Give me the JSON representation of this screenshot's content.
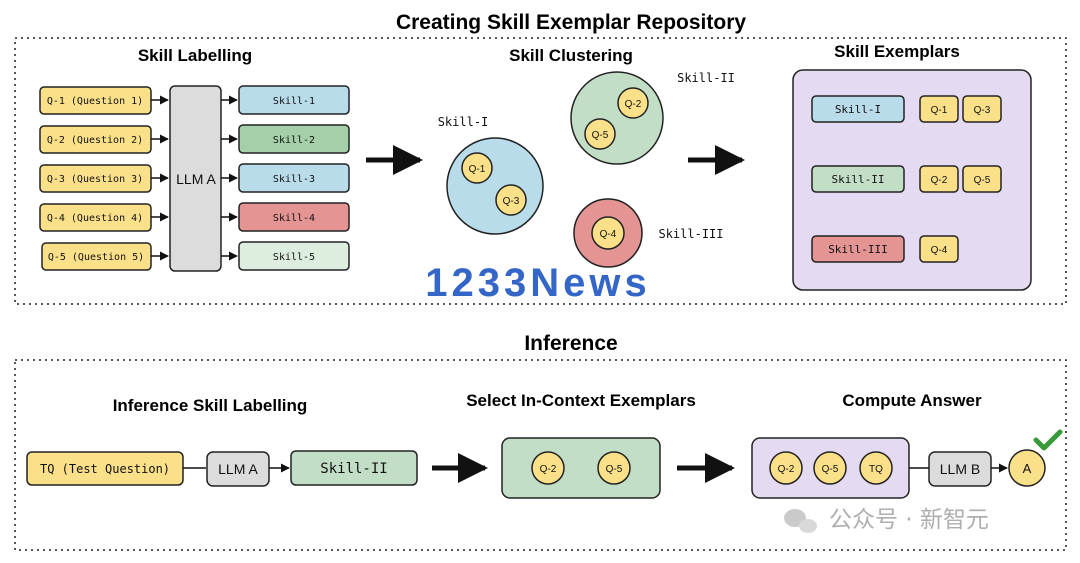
{
  "top": {
    "title": "Creating Skill Exemplar Repository",
    "labelling": {
      "heading": "Skill Labelling",
      "questions": [
        "Q-1 (Question 1)",
        "Q-2 (Question 2)",
        "Q-3 (Question 3)",
        "Q-4 (Question 4)",
        "Q-5 (Question 5)"
      ],
      "llm": "LLM A",
      "skills": [
        "Skill-1",
        "Skill-2",
        "Skill-3",
        "Skill-4",
        "Skill-5"
      ]
    },
    "clustering": {
      "heading": "Skill Clustering",
      "clusters": [
        {
          "label": "Skill-I",
          "members": [
            "Q-1",
            "Q-3"
          ]
        },
        {
          "label": "Skill-II",
          "members": [
            "Q-2",
            "Q-5"
          ]
        },
        {
          "label": "Skill-III",
          "members": [
            "Q-4"
          ]
        }
      ]
    },
    "exemplars": {
      "heading": "Skill Exemplars",
      "rows": [
        {
          "skill": "Skill-I",
          "questions": [
            "Q-1",
            "Q-3"
          ]
        },
        {
          "skill": "Skill-II",
          "questions": [
            "Q-2",
            "Q-5"
          ]
        },
        {
          "skill": "Skill-III",
          "questions": [
            "Q-4"
          ]
        }
      ]
    }
  },
  "watermark": "1233News",
  "bottom": {
    "title": "Inference",
    "labelling": {
      "heading": "Inference Skill Labelling",
      "test_question": "TQ (Test Question)",
      "llm": "LLM A",
      "skill": "Skill-II"
    },
    "select": {
      "heading": "Select In-Context Exemplars",
      "items": [
        "Q-2",
        "Q-5"
      ]
    },
    "compute": {
      "heading": "Compute Answer",
      "items": [
        "Q-2",
        "Q-5",
        "TQ"
      ],
      "llm": "LLM B",
      "answer": "A"
    }
  },
  "credit": "公众号 · 新智元",
  "colors": {
    "yellow": "#fbe08a",
    "blue": "#b9dcea",
    "green": "#c2dec6",
    "green_dark": "#a5cfa8",
    "red": "#e59494",
    "lightgreen": "#deeede",
    "purple": "#e4daf2",
    "gray": "#d9d9d9",
    "watermark": "#3466c8",
    "check": "#3a9a3a"
  }
}
